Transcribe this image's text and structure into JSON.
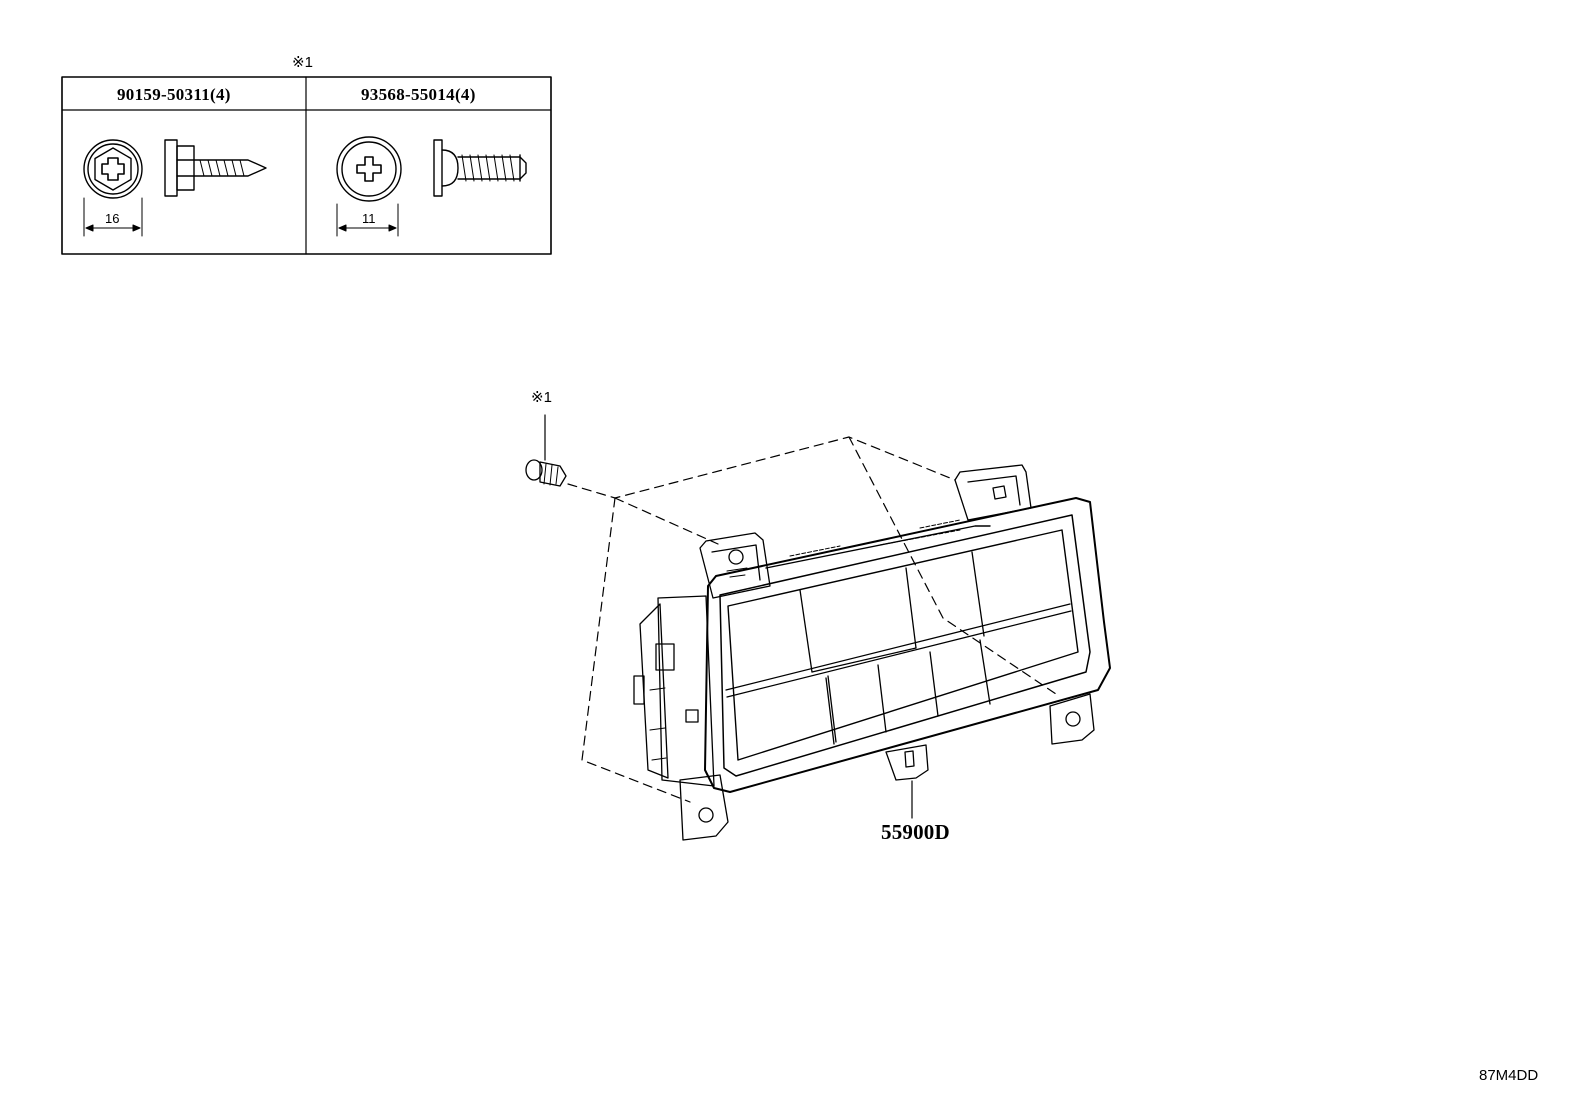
{
  "fastener_table": {
    "reference_mark": "※1",
    "columns": [
      {
        "part_number": "90159-50311(4)",
        "dimension": "16"
      },
      {
        "part_number": "93568-55014(4)",
        "dimension": "11"
      }
    ]
  },
  "main_view": {
    "reference_mark": "※1",
    "part_number": "55900D"
  },
  "diagram_code": "87M4DD"
}
